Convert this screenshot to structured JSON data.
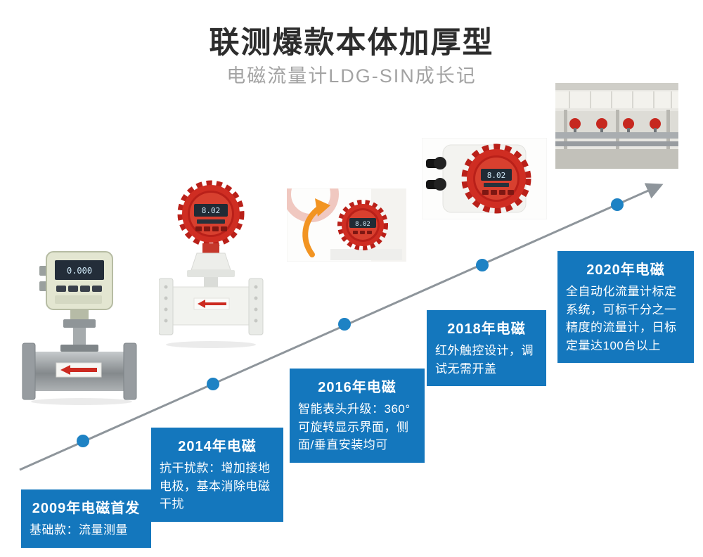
{
  "header": {
    "title": "联测爆款本体加厚型",
    "subtitle": "电磁流量计LDG-SIN成长记"
  },
  "timeline": {
    "milestones": [
      {
        "year_label": "2009年电磁首发",
        "description": "基础款：流量测量"
      },
      {
        "year_label": "2014年电磁",
        "description": "抗干扰款：增加接地电极，基本消除电磁干扰"
      },
      {
        "year_label": "2016年电磁",
        "description": "智能表头升级：360°可旋转显示界面，侧面/垂直安装均可"
      },
      {
        "year_label": "2018年电磁",
        "description": "红外触控设计，调试无需开盖"
      },
      {
        "year_label": "2020年电磁",
        "description": "全自动化流量计标定系统，可标千分之一精度的流量计，日标定量达100台以上"
      }
    ]
  },
  "meters": {
    "meter_2009_lcd": "0.000",
    "meter_2014_lcd": "8.02",
    "meter_2016_lcd": "8.02",
    "meter_2018_lcd": "8.02"
  },
  "colors": {
    "accent_blue": "#1477bd",
    "dot_blue": "#1e82c4",
    "arrow_gray": "#8e959b",
    "meter_red": "#cf2d22",
    "title_color": "#2d2d2d",
    "subtitle_color": "#a3a3a3"
  }
}
